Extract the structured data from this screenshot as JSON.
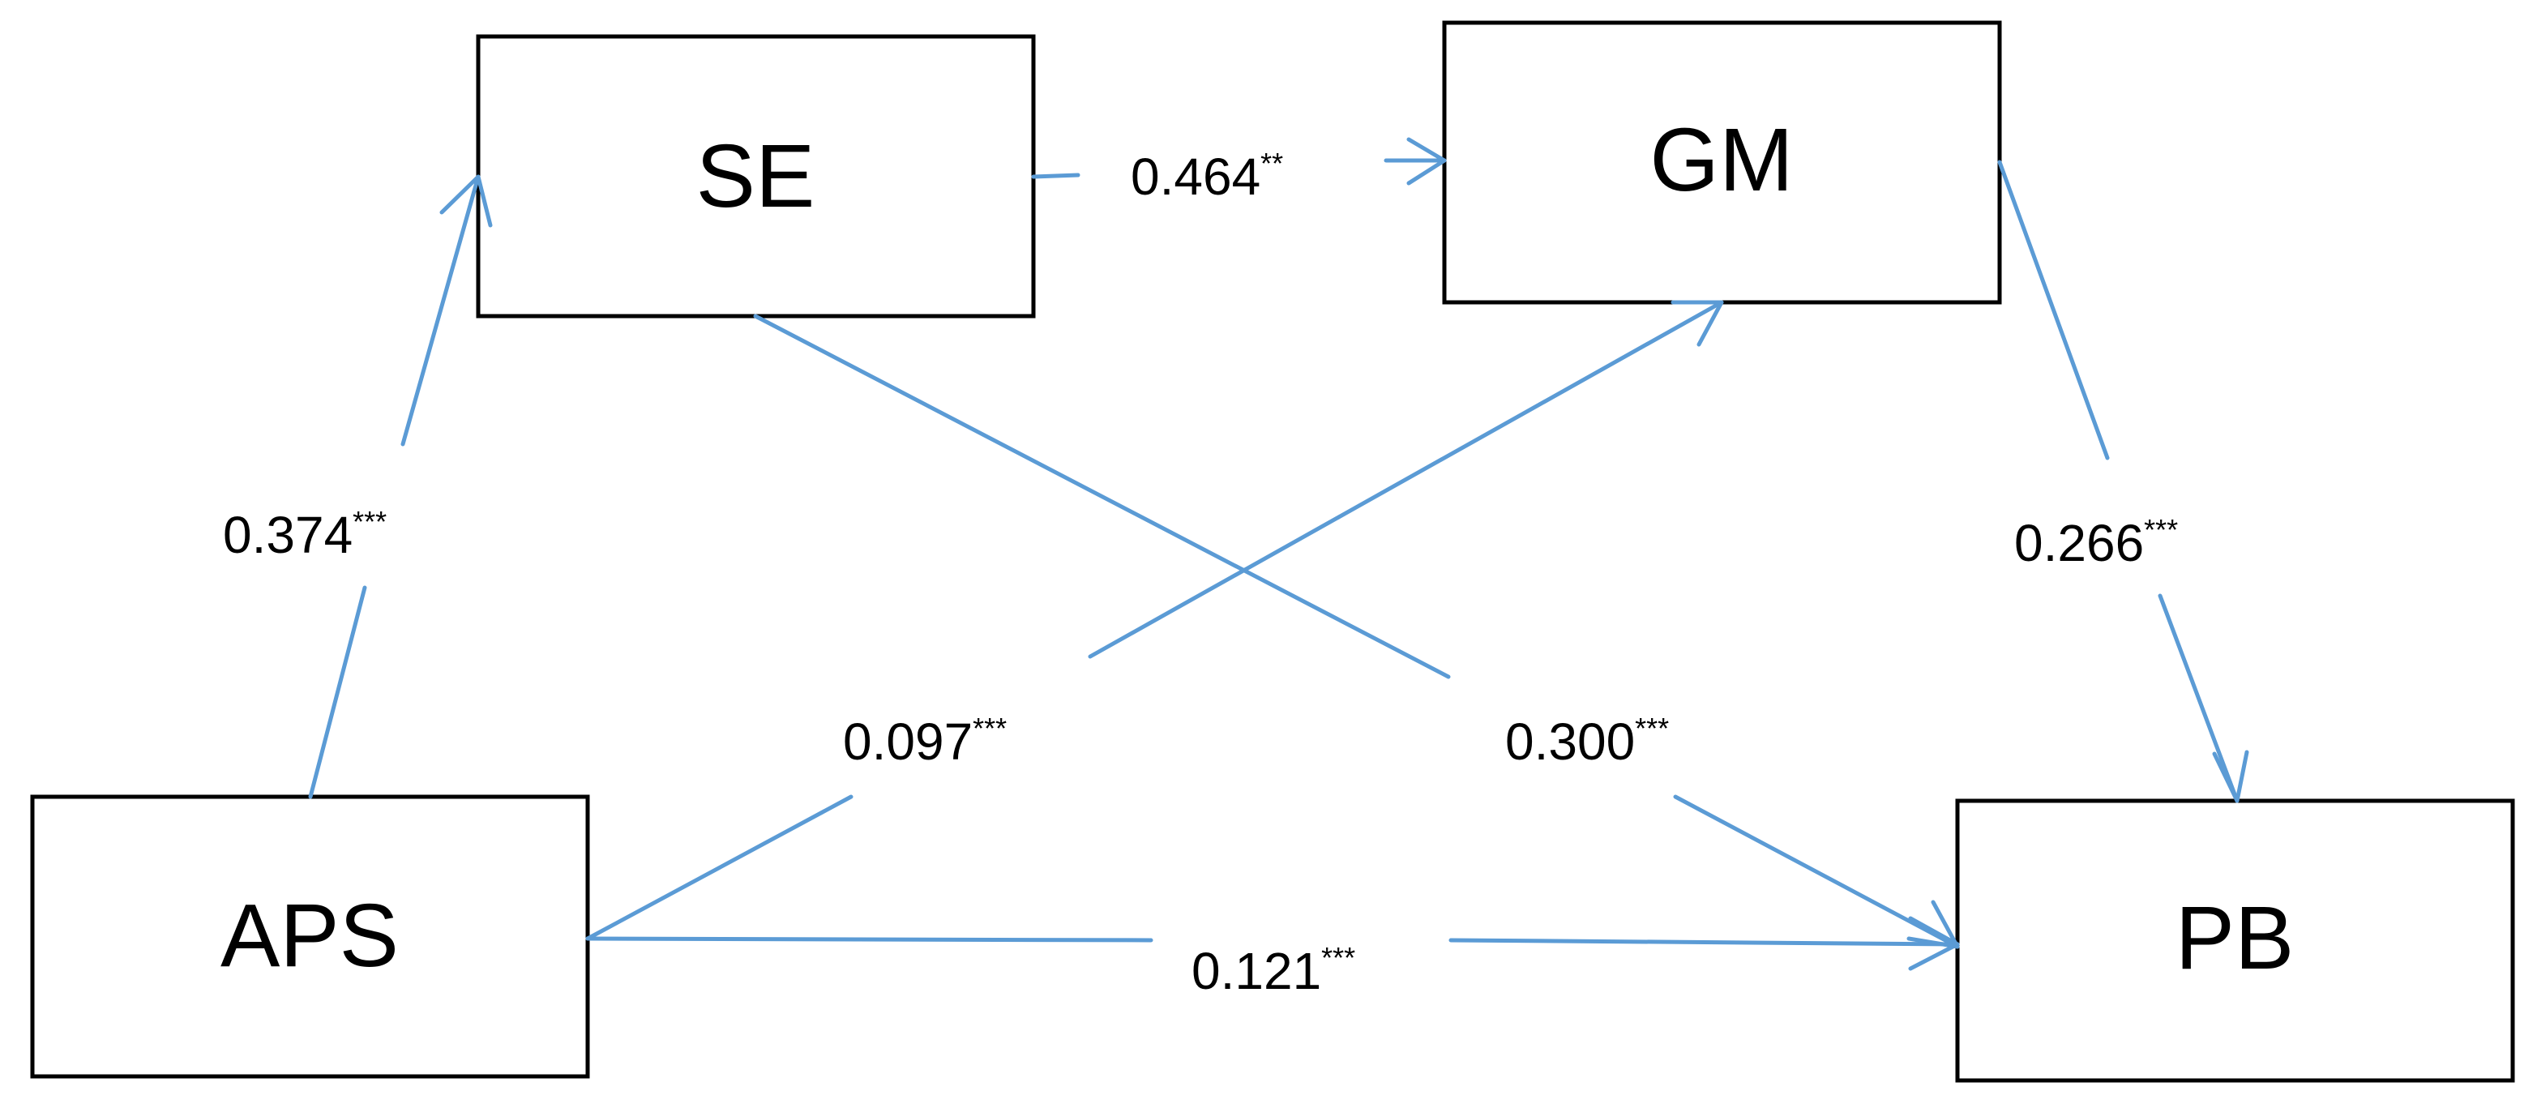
{
  "colors": {
    "path": "#5b9bd5",
    "box_stroke": "#000000",
    "text": "#000000",
    "background": "#ffffff"
  },
  "nodes": {
    "se": "SE",
    "gm": "GM",
    "aps": "APS",
    "pb": "PB"
  },
  "paths": {
    "aps_se": {
      "value": "0.374",
      "sig": "***"
    },
    "se_gm": {
      "value": "0.464",
      "sig": "**"
    },
    "gm_pb": {
      "value": "0.266",
      "sig": "***"
    },
    "aps_gm": {
      "value": "0.097",
      "sig": "***"
    },
    "se_pb": {
      "value": "0.300",
      "sig": "***"
    },
    "aps_pb": {
      "value": "0.121",
      "sig": "***"
    }
  }
}
